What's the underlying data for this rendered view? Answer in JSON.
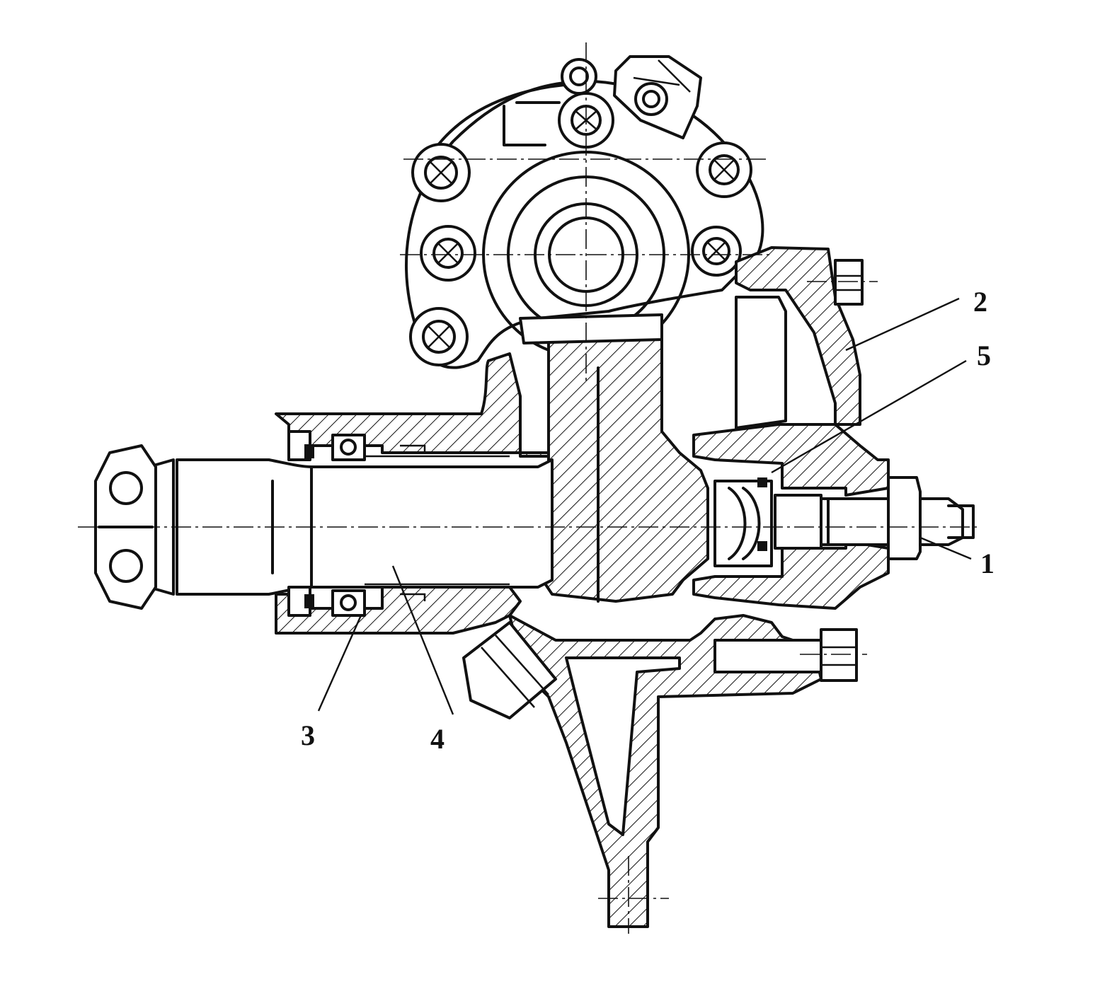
{
  "figure": {
    "callouts": [
      {
        "id": "1",
        "text": "1"
      },
      {
        "id": "2",
        "text": "2"
      },
      {
        "id": "3",
        "text": "3"
      },
      {
        "id": "4",
        "text": "4"
      },
      {
        "id": "5",
        "text": "5"
      }
    ]
  },
  "colors": {
    "ink": "#111111",
    "paper": "#ffffff"
  }
}
